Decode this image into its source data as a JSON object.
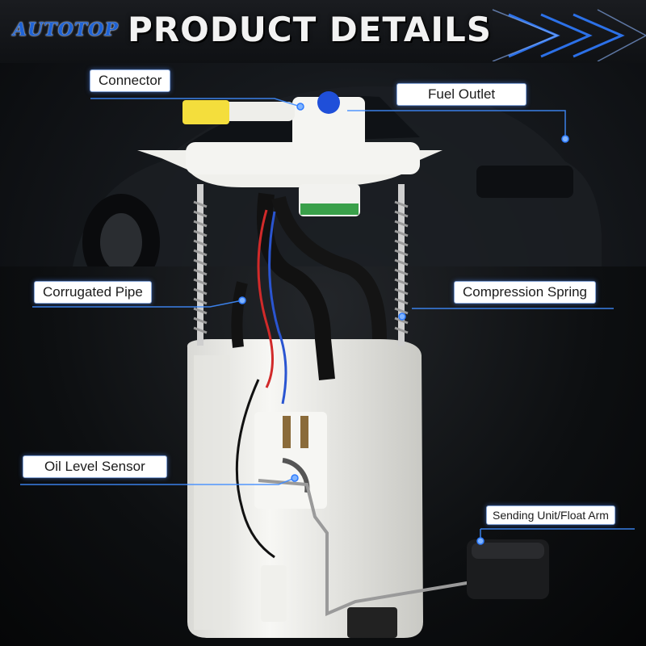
{
  "header": {
    "brand": "AUTOTOP",
    "title": "PRODUCT DETAILS"
  },
  "callouts": {
    "connector": "Connector",
    "fuel_outlet": "Fuel Outlet",
    "corrugated_pipe": "Corrugated Pipe",
    "compression_spring": "Compression Spring",
    "oil_level_sensor": "Oil Level Sensor",
    "sending_unit": "Sending Unit/Float Arm"
  },
  "colors": {
    "accent_blue": "#2f7bff",
    "connector_yellow": "#f4de3c",
    "fuel_outlet_cap": "#1f4fd9",
    "housing_white": "#f1f1ee",
    "filter_green": "#3aa04a"
  }
}
